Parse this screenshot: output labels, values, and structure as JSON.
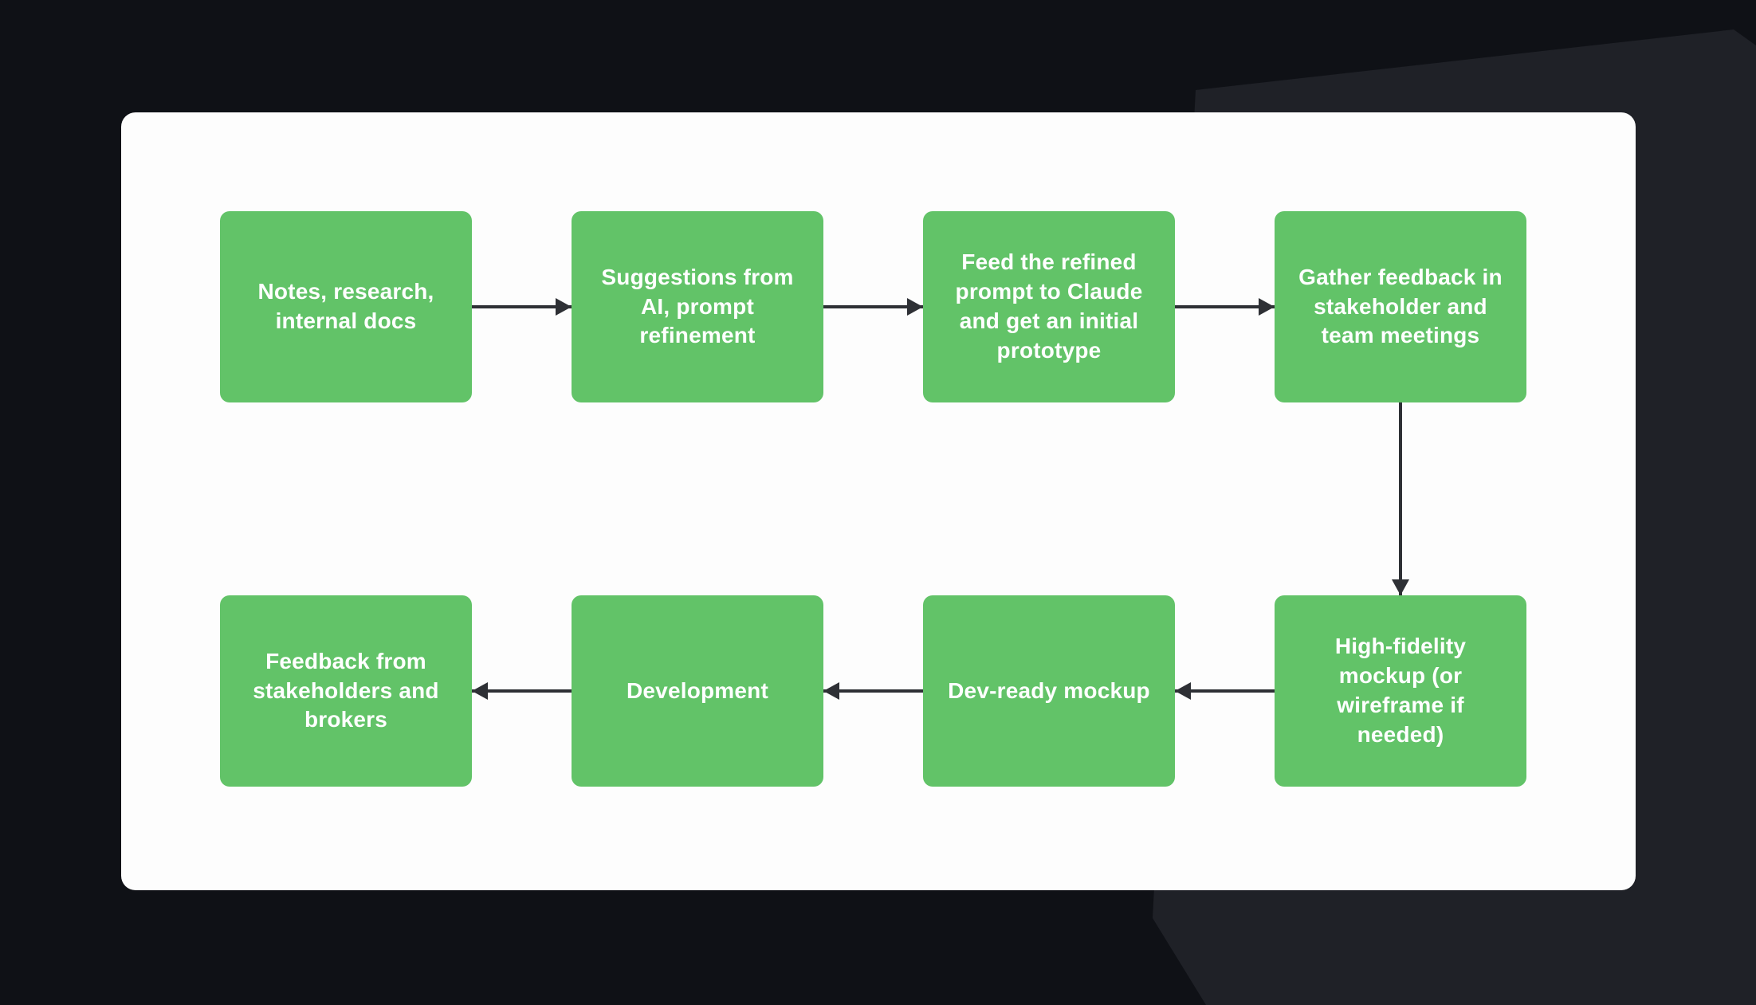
{
  "page": {
    "type": "flowchart-slide"
  },
  "colors": {
    "background": "#0f1116",
    "background_shape": "#1f2127",
    "card": "#fdfdfd",
    "node": "#62c368",
    "node_text": "#ffffff",
    "arrow": "#2e3035"
  },
  "flowchart": {
    "top_row": [
      {
        "id": "notes-research",
        "label": "Notes, research, internal docs"
      },
      {
        "id": "ai-suggestions",
        "label": "Suggestions from AI, prompt refinement"
      },
      {
        "id": "feed-prompt",
        "label": "Feed the refined prompt to Claude and get an initial prototype"
      },
      {
        "id": "gather-feedback",
        "label": "Gather feedback in stakeholder and team meetings"
      }
    ],
    "bottom_row": [
      {
        "id": "stakeholder-broker-feedback",
        "label": "Feedback from stakeholders and brokers"
      },
      {
        "id": "development",
        "label": "Development"
      },
      {
        "id": "dev-ready-mockup",
        "label": "Dev-ready mockup"
      },
      {
        "id": "hifi-mockup",
        "label": "High-fidelity mockup (or wireframe if needed)"
      }
    ],
    "connections": [
      {
        "from": "notes-research",
        "to": "ai-suggestions",
        "direction": "right"
      },
      {
        "from": "ai-suggestions",
        "to": "feed-prompt",
        "direction": "right"
      },
      {
        "from": "feed-prompt",
        "to": "gather-feedback",
        "direction": "right"
      },
      {
        "from": "gather-feedback",
        "to": "hifi-mockup",
        "direction": "down"
      },
      {
        "from": "hifi-mockup",
        "to": "dev-ready-mockup",
        "direction": "left"
      },
      {
        "from": "dev-ready-mockup",
        "to": "development",
        "direction": "left"
      },
      {
        "from": "development",
        "to": "stakeholder-broker-feedback",
        "direction": "left"
      }
    ]
  }
}
